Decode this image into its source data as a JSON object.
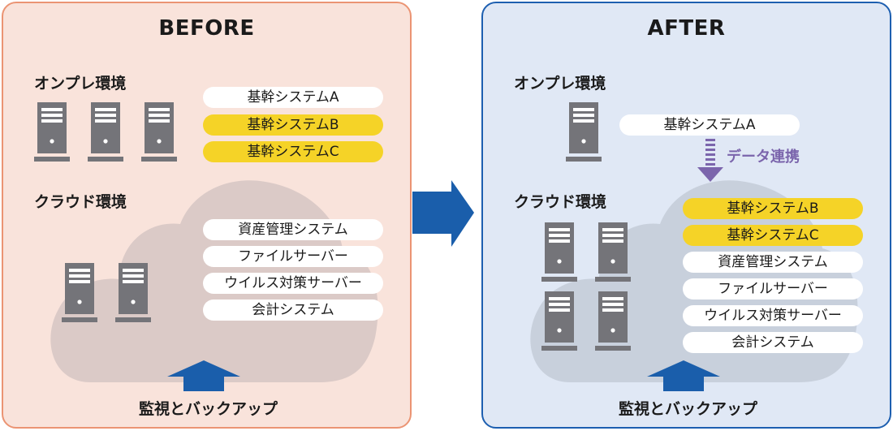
{
  "colors": {
    "before_bg": "#f9e3db",
    "before_border": "#eb9473",
    "after_bg": "#e0e8f5",
    "after_border": "#1d5fb0",
    "highlight": "#f5d327",
    "arrow_blue": "#1a5eab",
    "sync_purple": "#7b65ac",
    "server_gray": "#747479"
  },
  "before": {
    "title": "BEFORE",
    "onprem": {
      "label": "オンプレ環境",
      "server_count": 3,
      "systems": [
        {
          "label": "基幹システムA",
          "highlighted": false
        },
        {
          "label": "基幹システムB",
          "highlighted": true
        },
        {
          "label": "基幹システムC",
          "highlighted": true
        }
      ]
    },
    "cloud": {
      "label": "クラウド環境",
      "server_count": 2,
      "systems": [
        {
          "label": "資産管理システム",
          "highlighted": false
        },
        {
          "label": "ファイルサーバー",
          "highlighted": false
        },
        {
          "label": "ウイルス対策サーバー",
          "highlighted": false
        },
        {
          "label": "会計システム",
          "highlighted": false
        }
      ]
    },
    "monitoring_label": "監視とバックアップ"
  },
  "transition_arrow": "right-arrow-icon",
  "after": {
    "title": "AFTER",
    "onprem": {
      "label": "オンプレ環境",
      "server_count": 1,
      "systems": [
        {
          "label": "基幹システムA",
          "highlighted": false
        }
      ]
    },
    "data_sync_label": "データ連携",
    "cloud": {
      "label": "クラウド環境",
      "server_count": 4,
      "systems": [
        {
          "label": "基幹システムB",
          "highlighted": true
        },
        {
          "label": "基幹システムC",
          "highlighted": true
        },
        {
          "label": "資産管理システム",
          "highlighted": false
        },
        {
          "label": "ファイルサーバー",
          "highlighted": false
        },
        {
          "label": "ウイルス対策サーバー",
          "highlighted": false
        },
        {
          "label": "会計システム",
          "highlighted": false
        }
      ]
    },
    "monitoring_label": "監視とバックアップ"
  }
}
